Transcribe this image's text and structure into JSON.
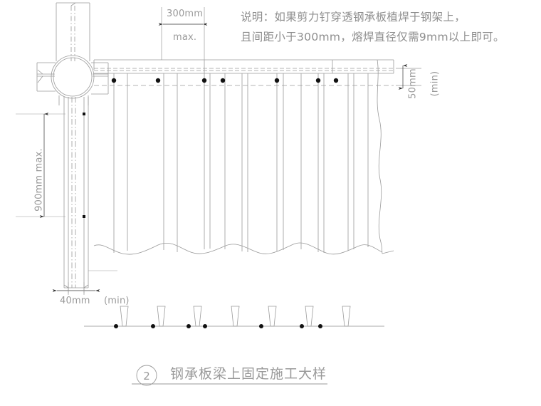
{
  "drawing": {
    "note": {
      "lines": [
        "说明：如果剪力钉穿透钢承板植焊于钢架上，",
        "且间距小于300mm，熔焊直径仅需9mm以上即可。"
      ]
    },
    "dimensions": {
      "top_span_value": "300mm",
      "top_span_qualifier": "max.",
      "left_height_value": "900mm max.",
      "bottom_width_value": "40mm",
      "bottom_width_qualifier": "(min)",
      "right_depth_value": "50mm",
      "right_depth_qualifier": "(min)"
    },
    "title": {
      "number": "2",
      "label": "钢承板梁上固定施工大样"
    },
    "colors": {
      "line": "#9a9a9a",
      "line_dark": "#7d7d7d",
      "text": "#9a9a9a",
      "note_text": "#8e8e8e",
      "marker": "#111111",
      "background": "#ffffff"
    },
    "elements": {
      "pipe_column": "circular-hollow-section-column",
      "deck": "profiled-steel-decking",
      "studs": "shear-studs",
      "break_line": "wavy-break-line"
    }
  }
}
